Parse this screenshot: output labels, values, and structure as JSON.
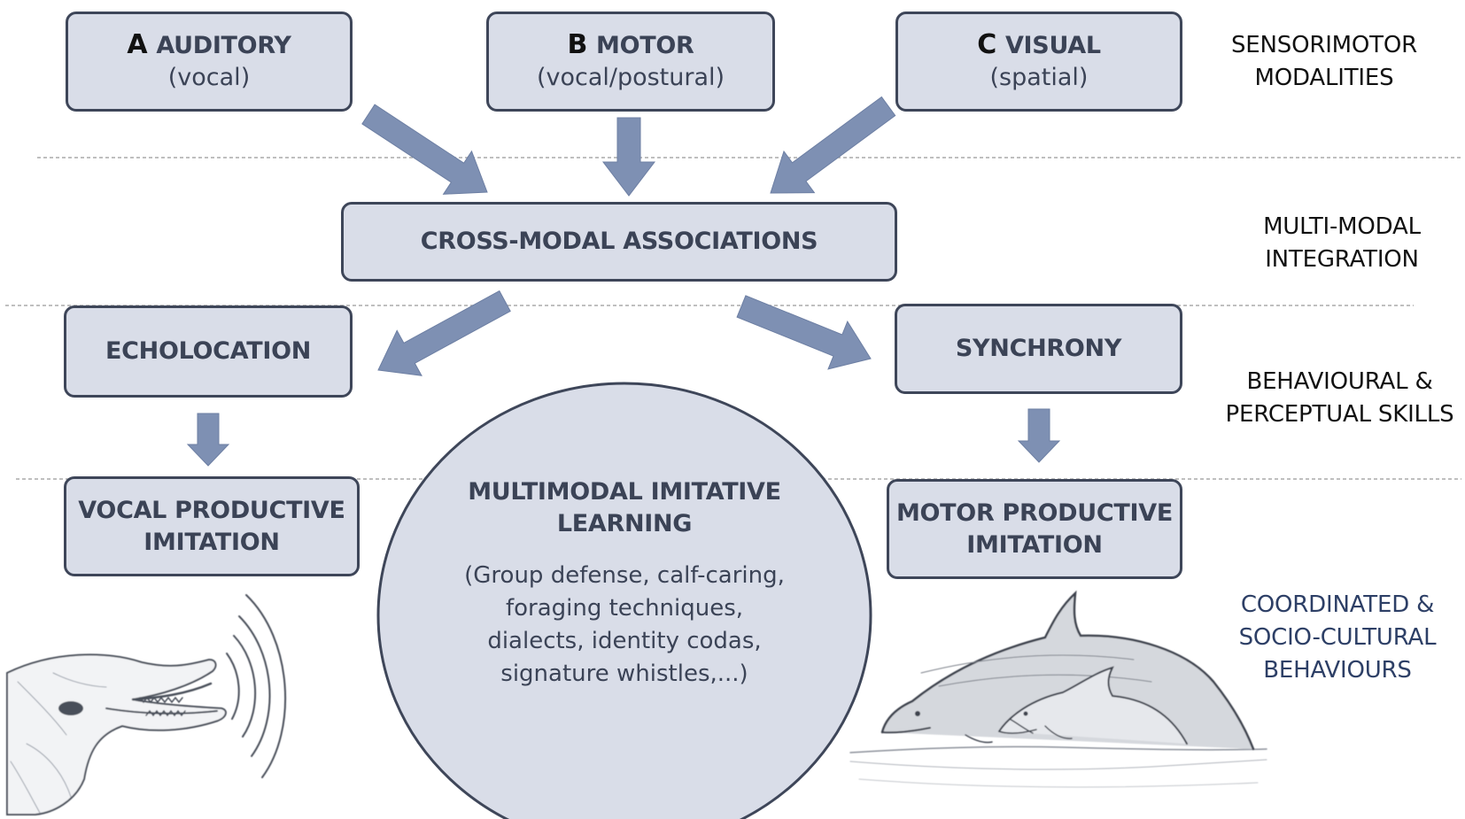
{
  "modalities": {
    "auditory": {
      "letter": "A",
      "name": "AUDITORY",
      "sub": "(vocal)"
    },
    "motor": {
      "letter": "B",
      "name": "MOTOR",
      "sub": "(vocal/postural)"
    },
    "visual": {
      "letter": "C",
      "name": "VISUAL",
      "sub": "(spatial)"
    }
  },
  "integration": {
    "label": "CROSS-MODAL ASSOCIATIONS"
  },
  "skills": {
    "echolocation": "ECHOLOCATION",
    "synchrony": "SYNCHRONY"
  },
  "imitation": {
    "vocal": [
      "VOCAL PRODUCTIVE",
      "IMITATION"
    ],
    "motor": [
      "MOTOR PRODUCTIVE",
      "IMITATION"
    ]
  },
  "center": {
    "title": [
      "MULTIMODAL IMITATIVE",
      "LEARNING"
    ],
    "body": [
      "(Group defense, calf-caring,",
      "foraging techniques,",
      "dialects, identity codas,",
      "signature whistles,...)"
    ]
  },
  "levels": {
    "sensorimotor": [
      "SENSORIMOTOR",
      "MODALITIES"
    ],
    "multimodal": [
      "MULTI-MODAL",
      "INTEGRATION"
    ],
    "behavioural": [
      "BEHAVIOURAL &",
      "PERCEPTUAL SKILLS"
    ],
    "coordinated": [
      "COORDINATED &",
      "SOCIO-CULTURAL",
      "BEHAVIOURS"
    ]
  },
  "colors": {
    "box_fill": "#d9dde8",
    "box_border": "#3e4659",
    "box_text": "#3b4356",
    "arrow_fill": "#7e90b3",
    "divider": "#aaaaaa",
    "coordinated_text": "#2d3f66"
  },
  "illustrations": [
    "dolphin-head-sketch",
    "dolphin-mother-calf-sketch"
  ]
}
